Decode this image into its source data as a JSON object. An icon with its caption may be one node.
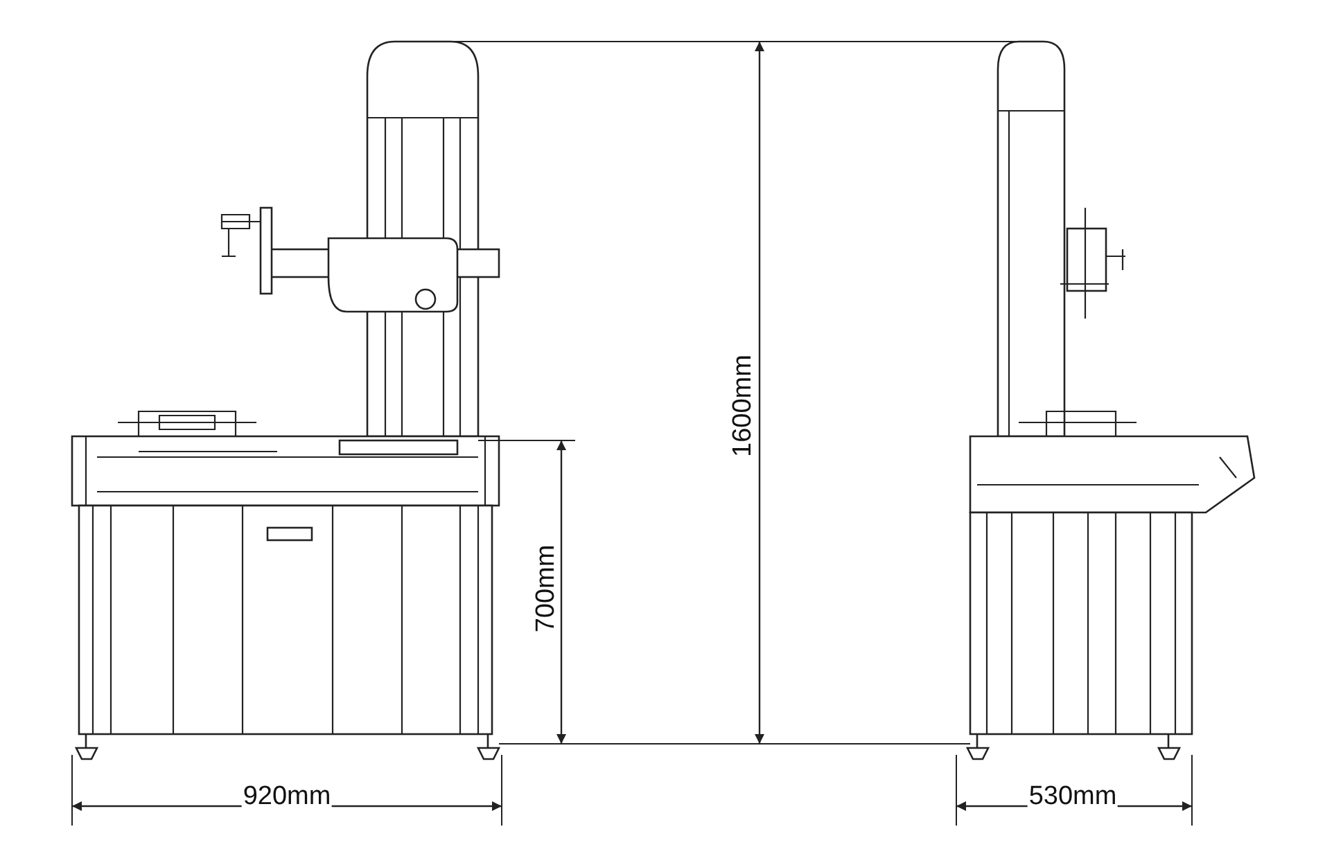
{
  "diagram": {
    "labels": [
      "1600mm",
      "700mm",
      "920mm",
      "530mm"
    ]
  }
}
